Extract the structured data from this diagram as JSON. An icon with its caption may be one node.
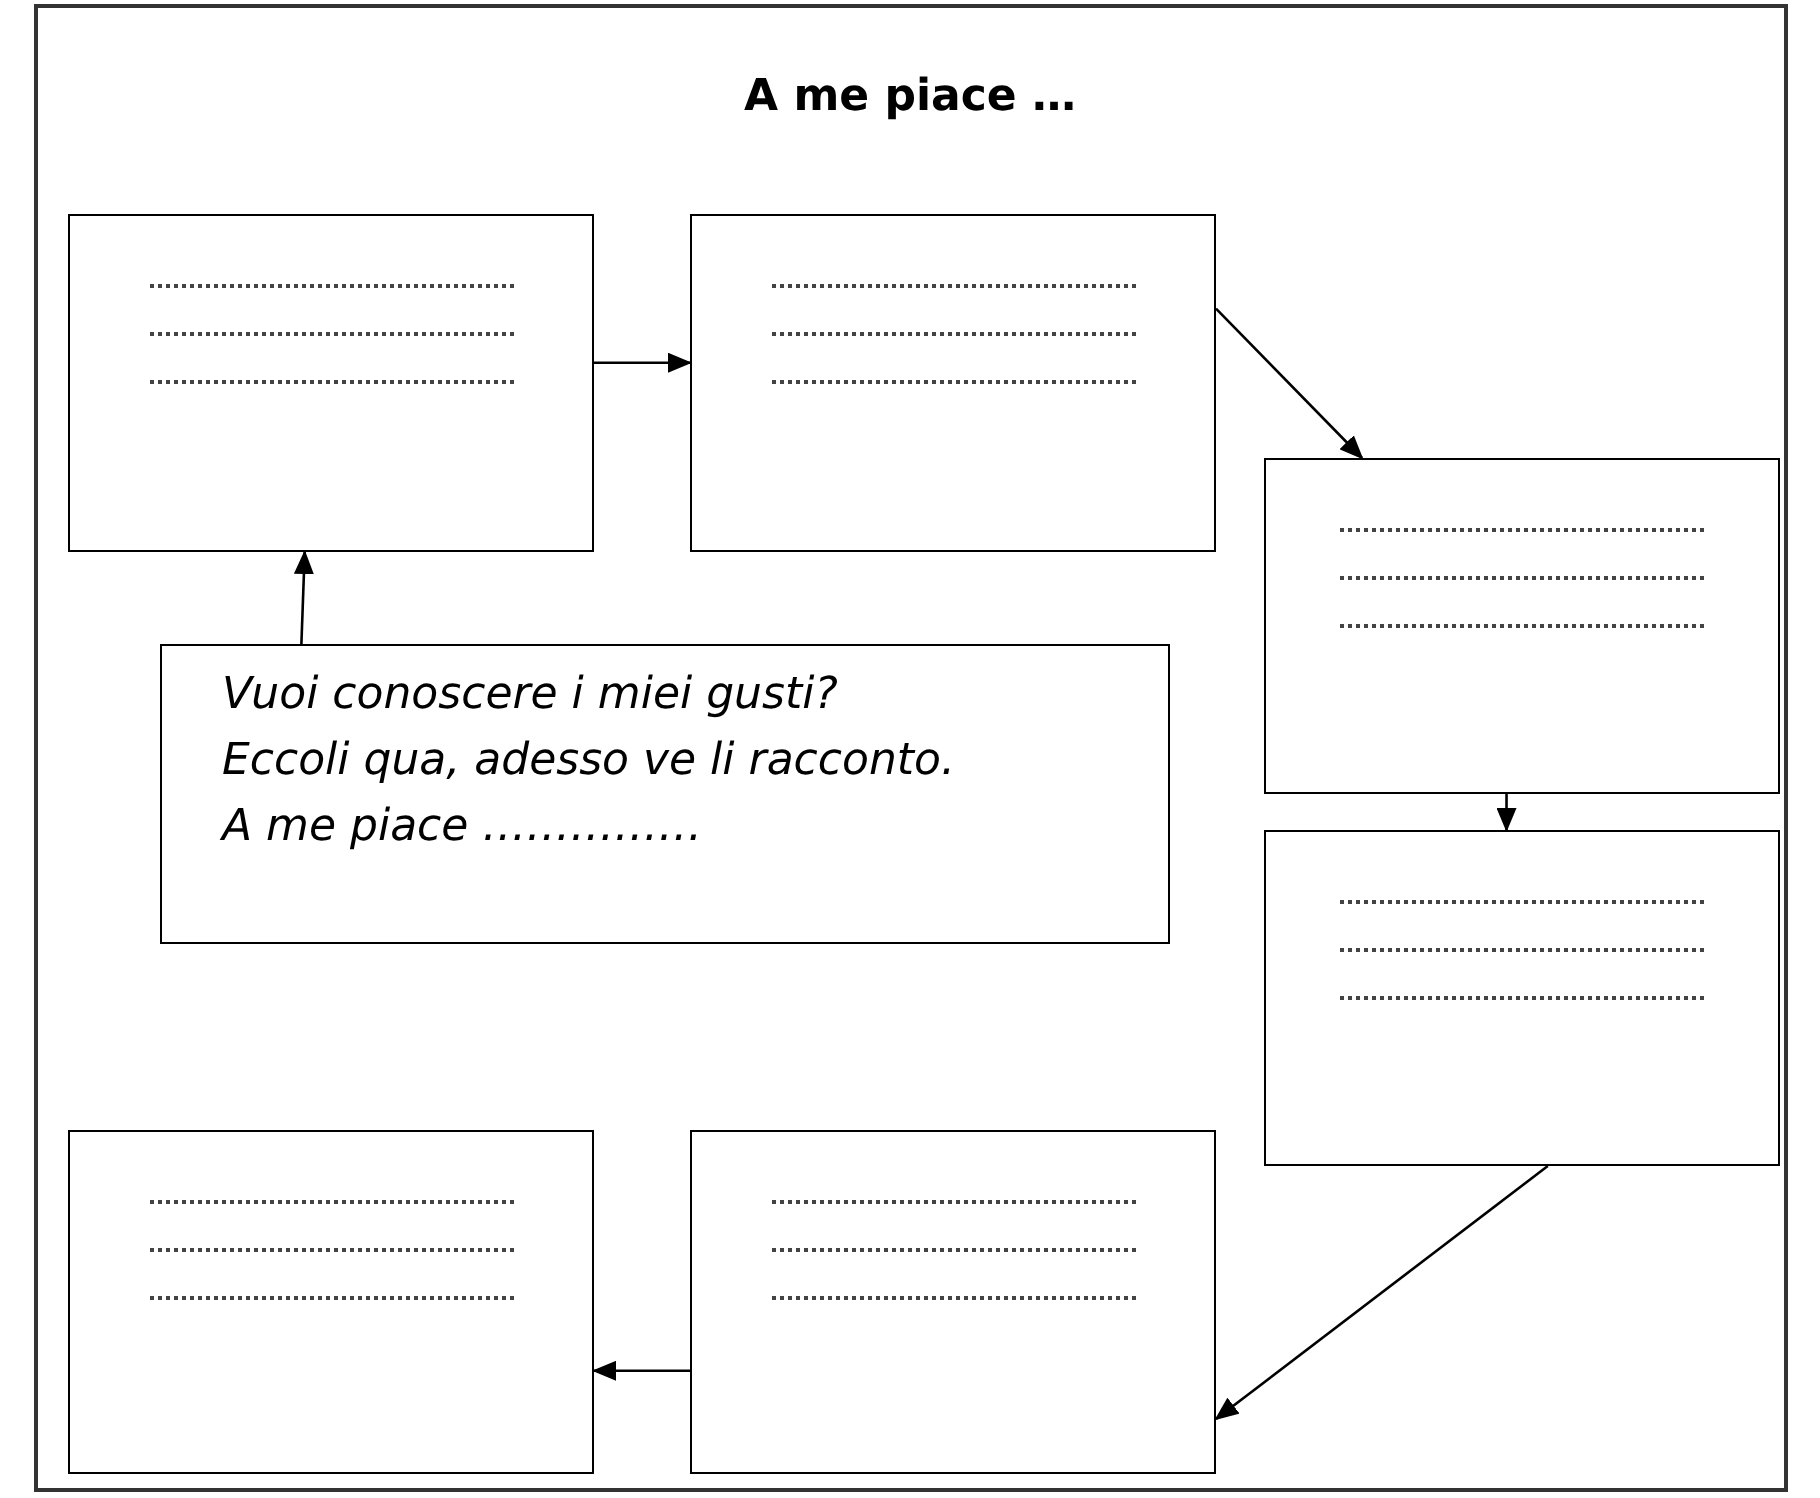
{
  "diagram": {
    "title": "A me piace …",
    "nodes": [
      {
        "text": [],
        "shape": "box"
      },
      {
        "text": [],
        "shape": "box"
      },
      {
        "text": [],
        "shape": "box"
      },
      {
        "text": [],
        "shape": "box"
      },
      {
        "text": [],
        "shape": "box"
      },
      {
        "text": [],
        "shape": "box"
      },
      {
        "text": [
          "Vuoi conoscere i miei gusti?",
          "Eccoli qua, adesso ve li racconto.",
          "A me piace ……………"
        ]
      }
    ],
    "edges": [
      {
        "from": 0,
        "to": 1,
        "arrow": "to"
      },
      {
        "from": 1,
        "to": 2,
        "arrow": "to"
      },
      {
        "from": 2,
        "to": 3,
        "arrow": "to"
      },
      {
        "from": 3,
        "to": 4,
        "arrow": "to"
      },
      {
        "from": 4,
        "to": 5,
        "arrow": "to"
      },
      {
        "from": 6,
        "to": 0,
        "arrow": "to"
      }
    ]
  }
}
